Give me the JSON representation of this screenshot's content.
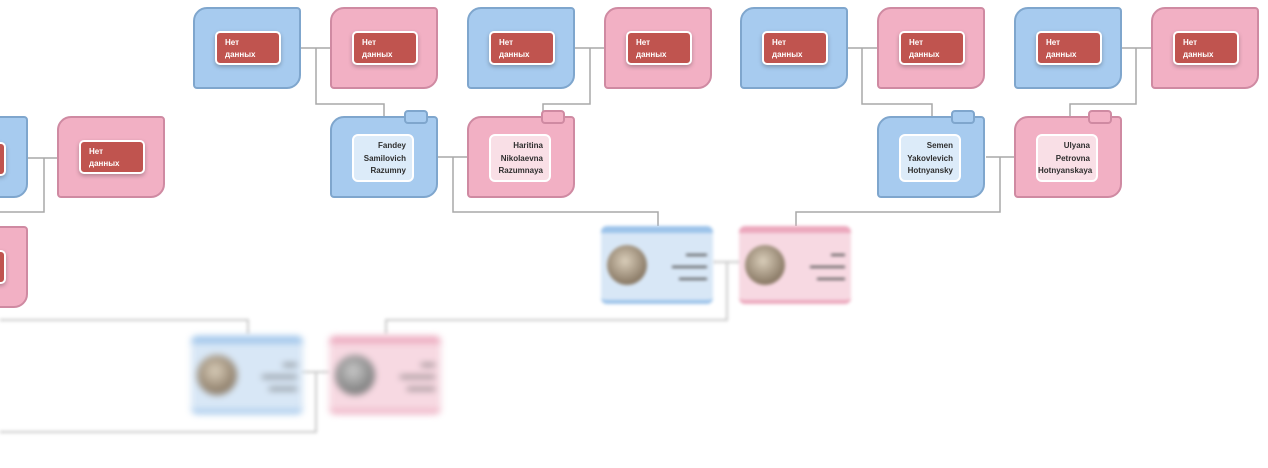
{
  "no_data": {
    "line1": "Нет",
    "line2": "данных"
  },
  "people": {
    "fandey": {
      "line1": "Fandey",
      "line2": "Samilovich",
      "line3": "Razumny"
    },
    "haritina": {
      "line1": "Haritina",
      "line2": "Nikolaevna",
      "line3": "Razumnaya"
    },
    "semen": {
      "line1": "Semen",
      "line2": "Yakovlevich",
      "line3": "Hotnyansky"
    },
    "ulyana": {
      "line1": "Ulyana",
      "line2": "Petrovna",
      "line3": "Hotnyanskaya"
    }
  },
  "colors": {
    "male": "#a7cbef",
    "female": "#f2b0c4",
    "no_data_badge": "#c0544f",
    "connector": "#a9a9a9"
  }
}
